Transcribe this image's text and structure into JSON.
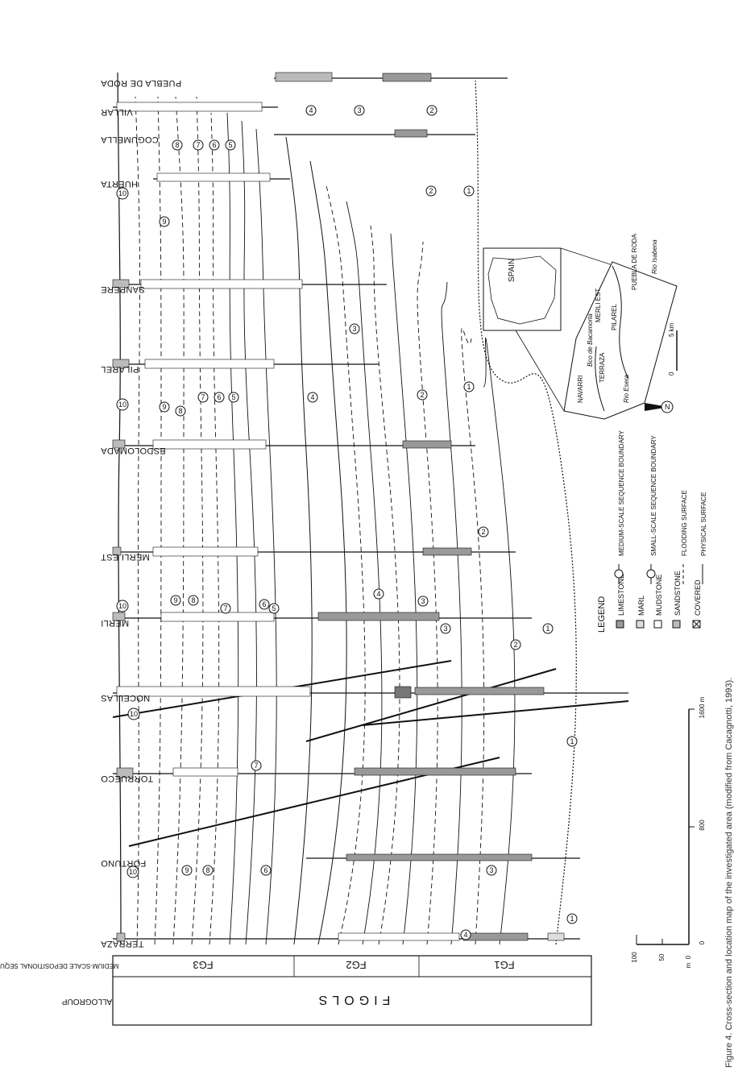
{
  "figure": {
    "caption": "Figure 4. Cross-section and location map of the investigated area (modified from Cacagnotti, 1993).",
    "header": {
      "allogroup_label": "ALLOGROUP",
      "sequences_label": "MEDIUM-SCALE DEPOSITIONAL SEQUENCES",
      "allogroup_name": "FIGOLS",
      "sequences": [
        "FG3",
        "FG2",
        "FG1"
      ]
    },
    "wells": [
      "TERRAZA",
      "FORTUNO",
      "TORRUECO",
      "NOCELLAS",
      "MERLI",
      "MERLI EST",
      "ESDOLOMADA",
      "PILAREL",
      "SANPERE",
      "HUERTA",
      "COGUMELLA",
      "VILLAR",
      "PUEBLA DE RODA"
    ],
    "sequence_numbers": [
      "1",
      "2",
      "3",
      "4",
      "5",
      "6",
      "7",
      "8",
      "9",
      "10"
    ],
    "scale_bar": {
      "vertical_labels": [
        "100",
        "50",
        "0"
      ],
      "vertical_unit": "m",
      "horizontal_labels": [
        "0",
        "800",
        "1600 m"
      ]
    },
    "legend": {
      "title": "LEGEND",
      "lithology": [
        "LIMESTONE",
        "MARL",
        "MUDSTONE",
        "SANDSTONE",
        "COVERED"
      ],
      "surfaces": [
        "MEDIUM-SCALE SEQUENCE BOUNDARY",
        "SMALL-SCALE SEQUENCE BOUNDARY",
        "FLOODING SURFACE",
        "PHYSICAL SURFACE"
      ]
    },
    "location_map": {
      "country": "SPAIN",
      "places": [
        "NAVARRI",
        "TERRAZA",
        "MERLI EST",
        "PILAREL",
        "PUEBLA DE RODA"
      ],
      "rivers": [
        "Rio Esera",
        "Bco de Bacamorta",
        "Rio Isabena"
      ],
      "scale_labels": [
        "0",
        "5 km"
      ],
      "north": "N"
    }
  }
}
